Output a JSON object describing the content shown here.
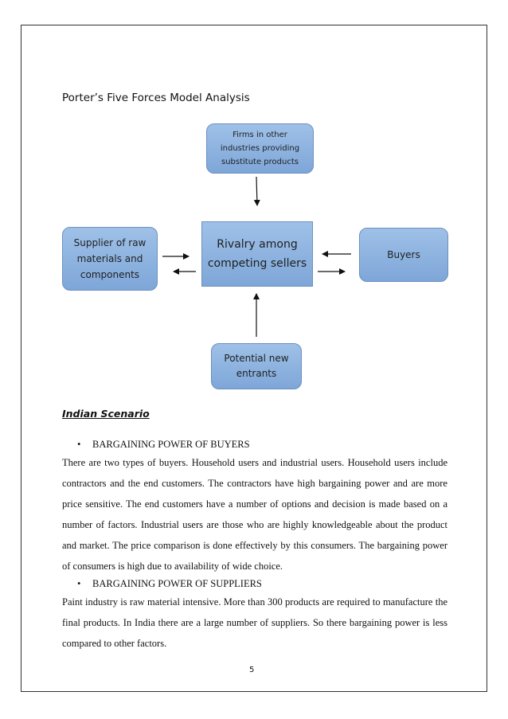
{
  "title": "Porter’s Five Forces Model Analysis",
  "diagram": {
    "substitutes": [
      "Firms in other",
      "industries providing",
      "substitute products"
    ],
    "supplier": [
      "Supplier of raw",
      "materials and",
      "components"
    ],
    "rivalry": [
      "Rivalry among",
      "competing sellers"
    ],
    "buyers": [
      "Buyers"
    ],
    "entrants": [
      "Potential new",
      "entrants"
    ],
    "box_color": "#8db3e2"
  },
  "section_heading": "Indian Scenario",
  "sections": [
    {
      "heading": "BARGAINING POWER OF BUYERS",
      "text": " There are two types of buyers. Household users and industrial users. Household users include contractors and the end customers. The contractors have high bargaining power and are more price sensitive. The end customers have a number of options and decision is made based on a number of factors. Industrial users are those who are highly knowledgeable about the product and market. The price comparison is done effectively by this consumers. The bargaining power of consumers is high due to availability of wide choice."
    },
    {
      "heading": "BARGAINING POWER OF SUPPLIERS",
      "text": "Paint industry is raw material intensive. More than 300 products are required to manufacture the final products. In India there are a large number of suppliers. So there bargaining power is less compared to other factors."
    }
  ],
  "page_number": "5"
}
